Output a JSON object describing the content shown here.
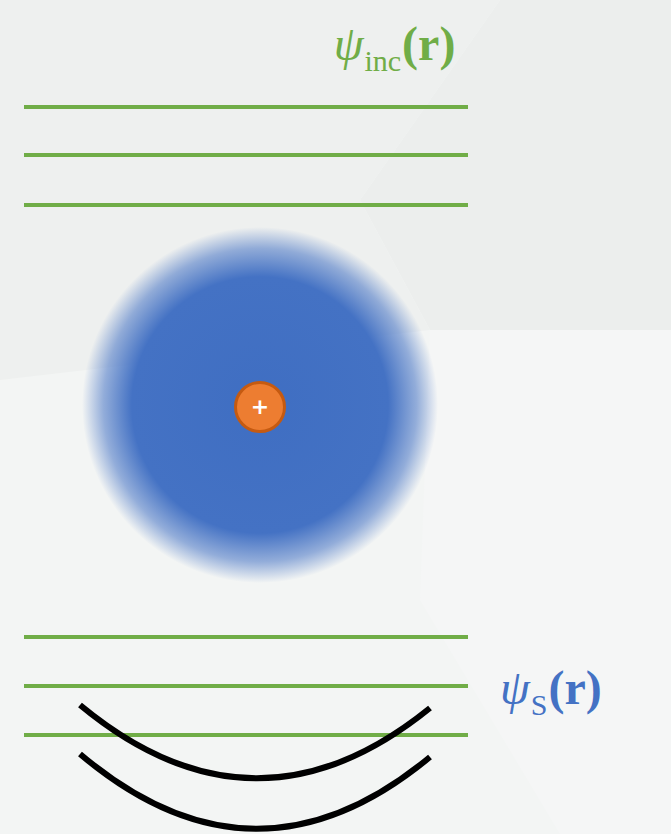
{
  "diagram": {
    "nodes": [
      {
        "text": [
          "+"
        ]
      }
    ],
    "labels": [
      "ψ",
      "inc",
      "(r)",
      "ψ",
      "S",
      "(r)"
    ]
  }
}
